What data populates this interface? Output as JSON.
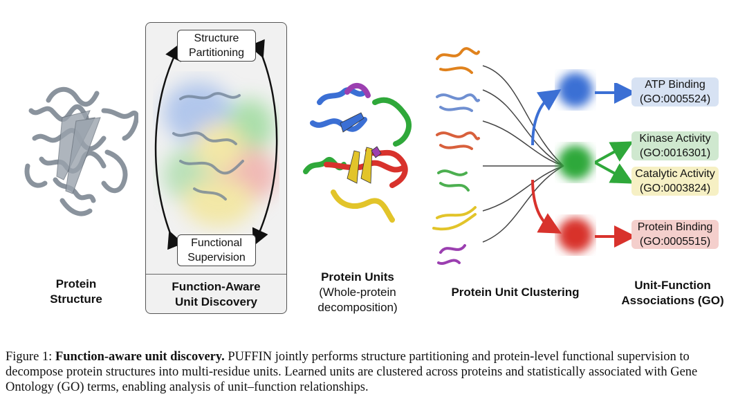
{
  "stages": {
    "protein_structure": "Protein\nStructure",
    "panel_title": "Function-Aware\nUnit Discovery",
    "structure_partitioning": "Structure\nPartitioning",
    "functional_supervision": "Functional\nSupervision",
    "protein_units_title": "Protein Units",
    "protein_units_sub": "(Whole-protein\ndecomposition)",
    "clustering": "Protein Unit Clustering",
    "associations": "Unit-Function\nAssociations (GO)"
  },
  "go_terms": [
    {
      "name": "ATP Binding",
      "id": "(GO:0005524)",
      "color": "#d7e2f3"
    },
    {
      "name": "Kinase Activity",
      "id": "(GO:0016301)",
      "color": "#cfe8cf"
    },
    {
      "name": "Catalytic Activity",
      "id": "(GO:0003824)",
      "color": "#f6f0c4"
    },
    {
      "name": "Protein Binding",
      "id": "(GO:0005515)",
      "color": "#f4cfcc"
    }
  ],
  "cluster_colors": {
    "blue": "#3b6fd4",
    "green": "#2fa83a",
    "red": "#d8322c",
    "yellow": "#e2c42a",
    "purple": "#9b3fb0",
    "orange": "#e0821d"
  },
  "caption": {
    "prefix": "Figure 1: ",
    "bold": "Function-aware unit discovery.",
    "text": " PUFFIN jointly performs structure partitioning and protein-level functional supervision to decompose protein structures into multi-residue units. Learned units are clustered across proteins and statistically associated with Gene Ontology (GO) terms, enabling analysis of unit–function relationships."
  }
}
